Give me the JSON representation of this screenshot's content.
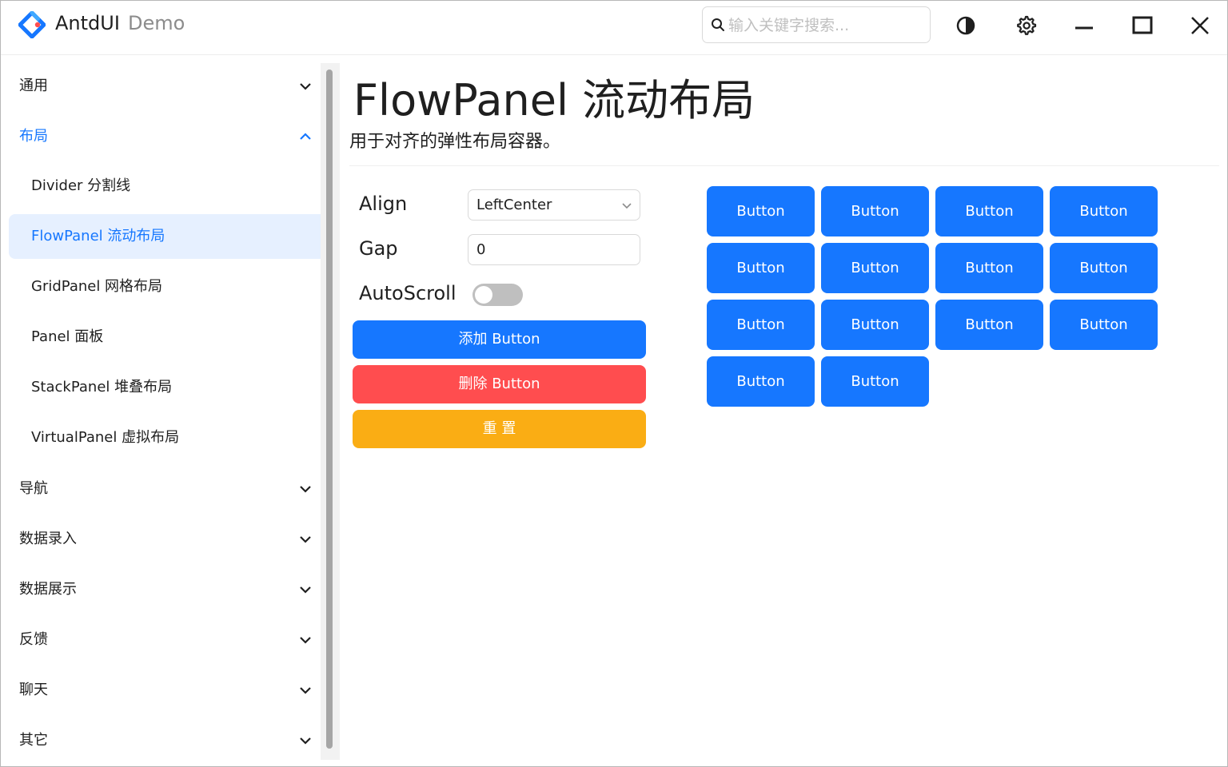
{
  "app": {
    "title": "AntdUI",
    "subtitle": "Demo"
  },
  "search": {
    "placeholder": "输入关键字搜索..."
  },
  "sidebar": {
    "groups": [
      {
        "label": "通用"
      },
      {
        "label": "布局",
        "items": [
          "Divider 分割线",
          "FlowPanel 流动布局",
          "GridPanel 网格布局",
          "Panel 面板",
          "StackPanel 堆叠布局",
          "VirtualPanel 虚拟布局"
        ]
      },
      {
        "label": "导航"
      },
      {
        "label": "数据录入"
      },
      {
        "label": "数据展示"
      },
      {
        "label": "反馈"
      },
      {
        "label": "聊天"
      },
      {
        "label": "其它"
      }
    ],
    "active_item": "FlowPanel 流动布局"
  },
  "page": {
    "title": "FlowPanel 流动布局",
    "description": "用于对齐的弹性布局容器。"
  },
  "form": {
    "align_label": "Align",
    "align_value": "LeftCenter",
    "gap_label": "Gap",
    "gap_value": "0",
    "autoscroll_label": "AutoScroll",
    "autoscroll_on": false
  },
  "actions": {
    "add": "添加 Button",
    "delete": "删除 Button",
    "reset": "重 置"
  },
  "flow": {
    "buttons": [
      "Button",
      "Button",
      "Button",
      "Button",
      "Button",
      "Button",
      "Button",
      "Button",
      "Button",
      "Button",
      "Button",
      "Button",
      "Button",
      "Button"
    ]
  },
  "colors": {
    "primary": "#1677ff",
    "danger": "#ff4d4f",
    "warning": "#faad14",
    "active_bg": "#e6f0ff"
  }
}
